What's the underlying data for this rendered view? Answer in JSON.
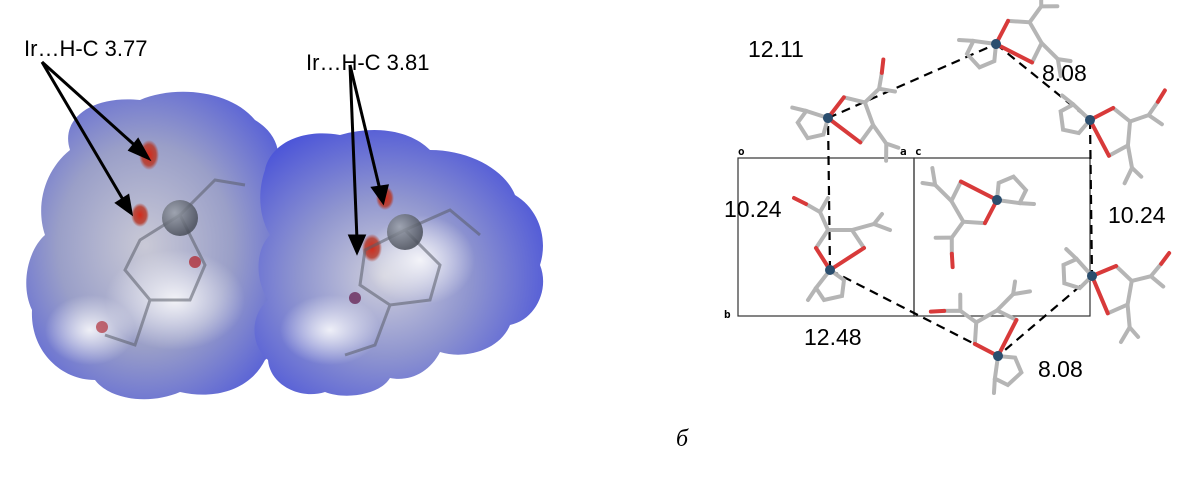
{
  "left_panel": {
    "label_1": "Ir…H-C 3.77",
    "label_2": "Ir…H-C 3.81"
  },
  "right_panel": {
    "distances": {
      "top_left": "12.11",
      "top_right": "8.08",
      "left": "10.24",
      "right": "10.24",
      "bottom_left": "12.48",
      "bottom_right": "8.08"
    },
    "cell_axes": {
      "origin": "o",
      "a": "a",
      "c": "c",
      "b": "b"
    },
    "panel_letter": "б"
  },
  "colors": {
    "surface_blue": "#5a63d6",
    "surface_white": "#e8e8f0",
    "hotspot_red": "#c0281c",
    "iridium": "#2b4e6e",
    "oxygen": "#d23a3a",
    "carbon": "#a8a8a8"
  }
}
